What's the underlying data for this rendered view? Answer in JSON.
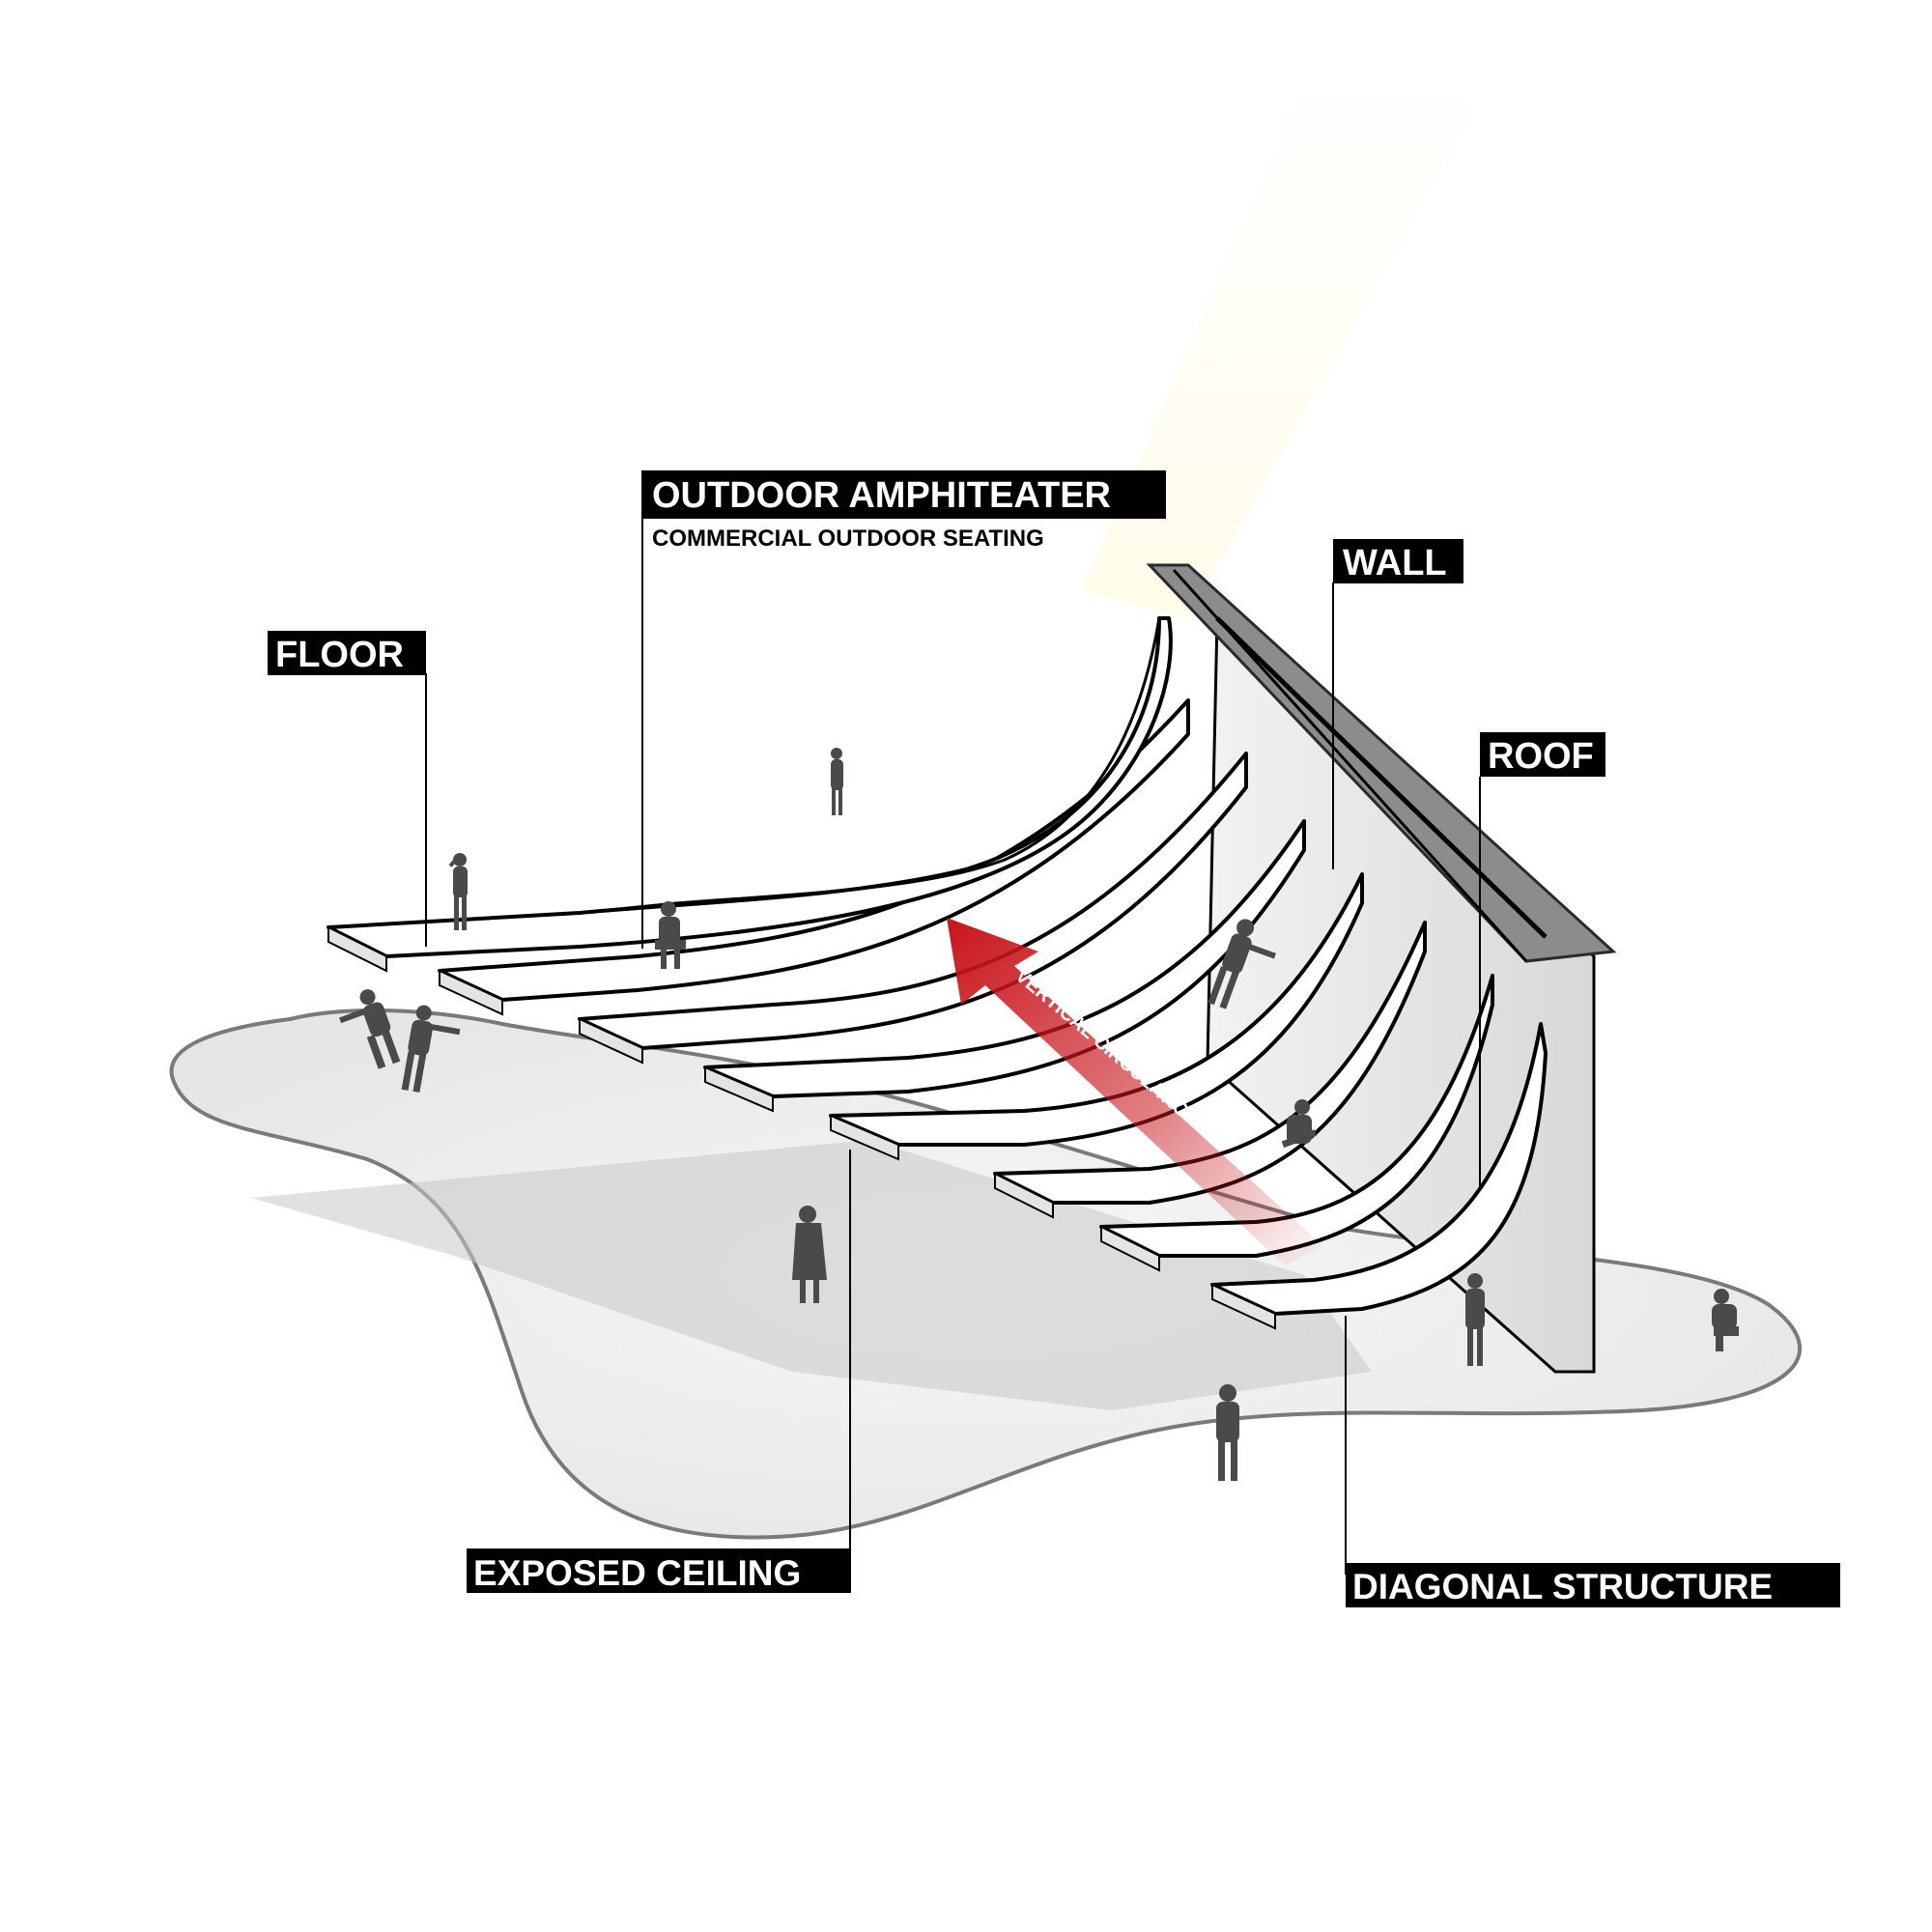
{
  "labels": {
    "floor": "FLOOR",
    "amphitheater": "OUTDOOR AMPHITEATER",
    "amphitheater_sub": "COMMERCIAL OUTDOOR SEATING",
    "wall": "WALL",
    "roof": "ROOF",
    "exposed_ceiling": "EXPOSED CEILING",
    "diagonal_structure": "DIAGONAL STRUCTURE",
    "vertical_circulation": "VERTICAL CIRCULATION"
  },
  "colors": {
    "label_background": "#000000",
    "label_text": "#ffffff",
    "circulation_arrow": "#c8151b",
    "ground": "#ededed",
    "roof_wall": "#8c8c8c",
    "silhouettes": "#4a4a4a"
  },
  "icons": [
    "person-silhouette-icon",
    "circulation-arrow-icon"
  ]
}
